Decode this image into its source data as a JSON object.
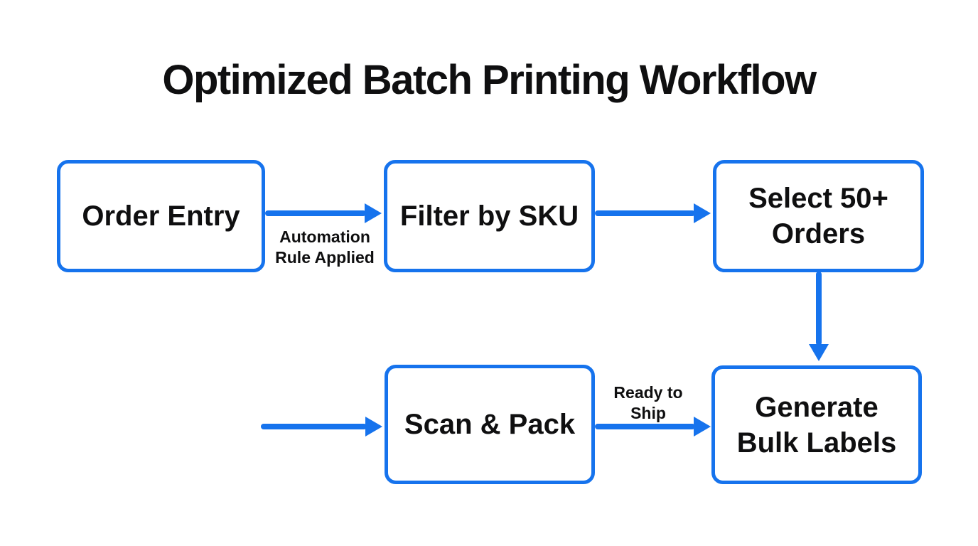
{
  "diagram": {
    "title": "Optimized Batch Printing Workflow",
    "colors": {
      "accent": "#1673ED",
      "text": "#0F0F10",
      "background": "#FFFFFF"
    },
    "nodes": [
      {
        "id": "order-entry",
        "label": "Order Entry",
        "lines": [
          "Order Entry"
        ]
      },
      {
        "id": "filter-by-sku",
        "label": "Filter by SKU",
        "lines": [
          "Filter by SKU"
        ]
      },
      {
        "id": "select-50-plus-orders",
        "label": "Select 50+ Orders",
        "lines": [
          "Select 50+",
          "Orders"
        ]
      },
      {
        "id": "scan-and-pack",
        "label": "Scan & Pack",
        "lines": [
          "Scan & Pack"
        ]
      },
      {
        "id": "generate-bulk-labels",
        "label": "Generate Bulk Labels",
        "lines": [
          "Generate",
          "Bulk Labels"
        ]
      }
    ],
    "edges": [
      {
        "from": "order-entry",
        "to": "filter-by-sku",
        "label": "Automation Rule Applied",
        "label_lines": [
          "Automation",
          "Rule Applied"
        ]
      },
      {
        "from": "filter-by-sku",
        "to": "select-50-plus-orders",
        "label": ""
      },
      {
        "from": "select-50-plus-orders",
        "to": "generate-bulk-labels",
        "label": ""
      },
      {
        "from": "offscreen-left",
        "to": "scan-and-pack",
        "label": ""
      },
      {
        "from": "scan-and-pack",
        "to": "generate-bulk-labels",
        "label": "Ready to Ship",
        "label_lines": [
          "Ready to",
          "Ship"
        ]
      }
    ]
  }
}
